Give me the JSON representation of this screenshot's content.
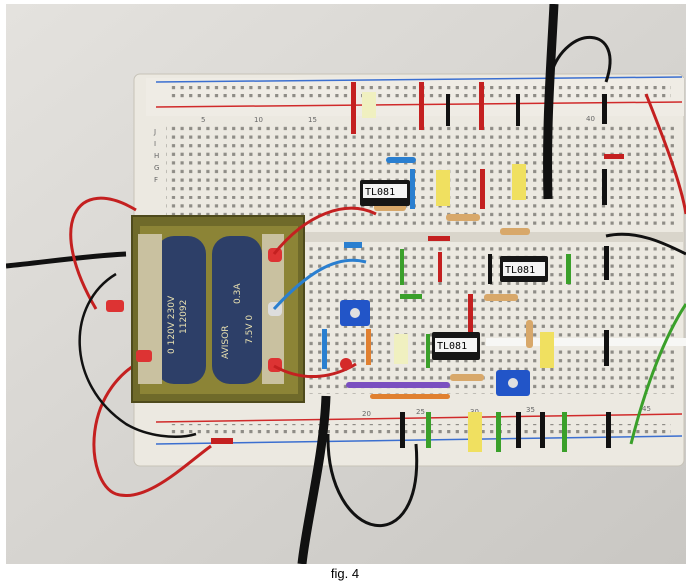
{
  "caption": "fig. 4",
  "chips": [
    "TL081",
    "TL081",
    "TL081"
  ],
  "transformer": {
    "line1": "0   120V  230V",
    "line2": "112092",
    "line3": "AVISOR",
    "line4": "0.3A",
    "line5": "7.5V  0"
  },
  "breadboard": {
    "row_letters_top": [
      "F",
      "G",
      "H",
      "I",
      "J"
    ],
    "column_numbers": [
      "5",
      "10",
      "15",
      "20",
      "25",
      "30",
      "35",
      "40",
      "45"
    ]
  }
}
